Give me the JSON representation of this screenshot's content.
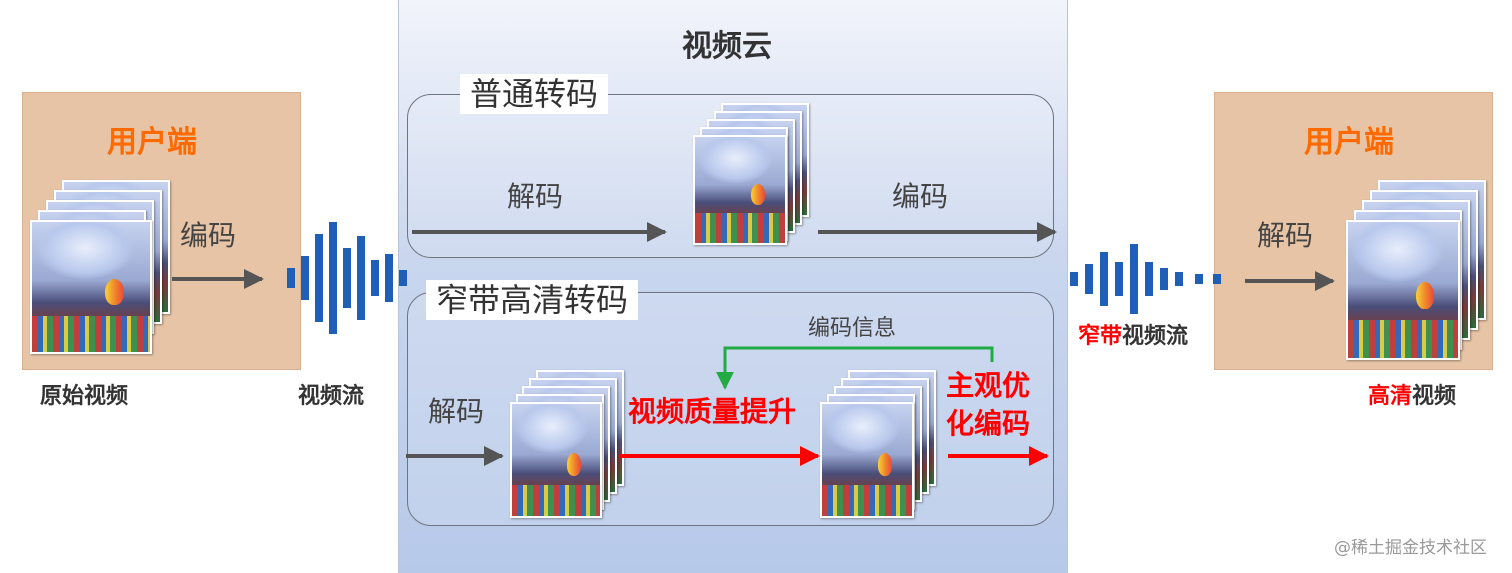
{
  "left_user": {
    "title": "用户端",
    "encode_label": "编码",
    "caption": "原始视频"
  },
  "stream": {
    "label": "视频流"
  },
  "cloud": {
    "title": "视频云",
    "normal": {
      "title": "普通转码",
      "decode_label": "解码",
      "encode_label": "编码"
    },
    "narrow": {
      "title": "窄带高清转码",
      "decode_label": "解码",
      "info_label": "编码信息",
      "enhance_label": "视频质量提升",
      "subjective_line1": "主观优",
      "subjective_line2": "化编码"
    }
  },
  "narrow_stream": {
    "label_red": "窄带",
    "label_rest": "视频流"
  },
  "right_user": {
    "title": "用户端",
    "decode_label": "解码",
    "caption_red": "高清",
    "caption_rest": "视频"
  },
  "watermark": "@稀土掘金技术社区",
  "colors": {
    "user_title": "#ff6a00",
    "highlight_red": "#ff0000",
    "info_green": "#22aa44",
    "wave_blue": "#1f5fb8",
    "arrow_gray": "#555555"
  }
}
